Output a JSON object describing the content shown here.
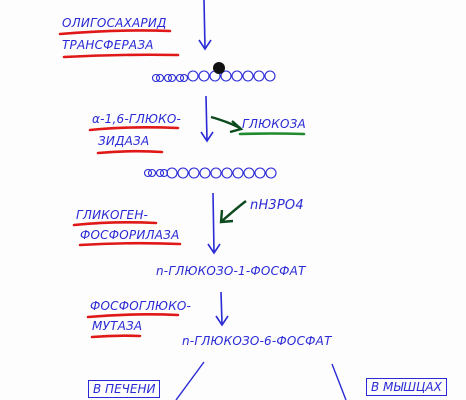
{
  "diagram": {
    "enzyme_1": [
      "ОЛИГОСАХАРИД",
      "ТРАНСФЕРАЗА"
    ],
    "enzyme_2": [
      "α-1,6-ГЛЮКО-",
      "ЗИДАЗА"
    ],
    "product_glucose": "ГЛЮКОЗА",
    "enzyme_3": [
      "ГЛИКОГЕН-",
      "ФОСФОРИЛАЗА"
    ],
    "reagent": "nH3PO4",
    "product_1": "n-ГЛЮКОЗО-1-ФОСФАТ",
    "enzyme_4": [
      "ФОСФОГЛЮКО-",
      "МУТАЗА"
    ],
    "product_2": "n-ГЛЮКОЗО-6-ФОСФАТ",
    "branch_left": "В ПЕЧЕНИ",
    "branch_right": "В МЫШЦАХ"
  },
  "colors": {
    "ink_blue": "#2a2ad6",
    "underline_red": "#e01818",
    "underline_green": "#1f8a2e",
    "arrow_dark_green": "#0c4a1e",
    "dot_black": "#111111"
  }
}
